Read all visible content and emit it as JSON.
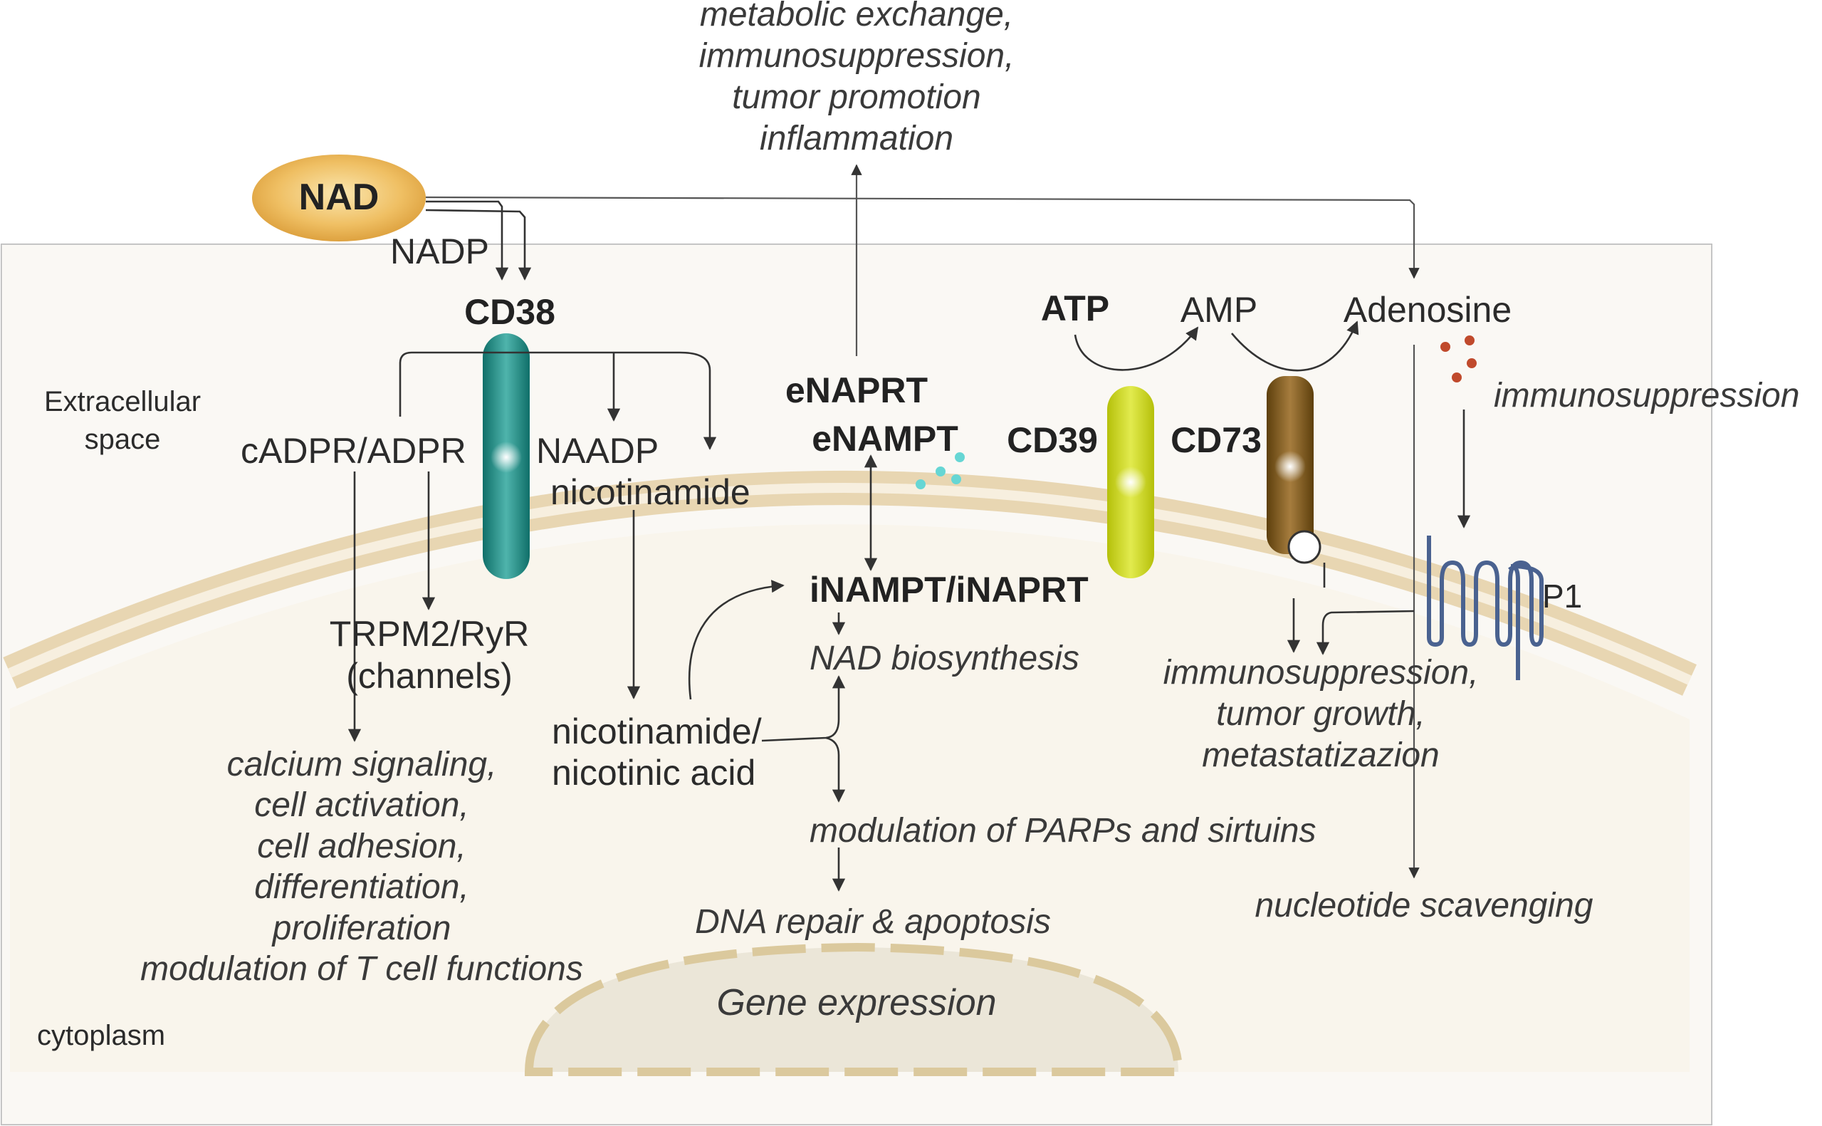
{
  "labels": {
    "nad": "NAD",
    "nadp": "NADP",
    "cd38": "CD38",
    "extracellular_line1": "Extracellular",
    "extracellular_line2": "space",
    "cadpr": "cADPR/ADPR",
    "naadp": "NAADP",
    "nicotinamide": "nicotinamide",
    "trpm2": "TRPM2/RyR",
    "channels": "(channels)",
    "nicotinamide_acid_line1": "nicotinamide/",
    "nicotinamide_acid_line2": "nicotinic acid",
    "enaprt": "eNAPRT",
    "enampt": "eNAMPT",
    "inampt": "iNAMPT/iNAPRT",
    "atp": "ATP",
    "amp": "AMP",
    "adenosine": "Adenosine",
    "cd39": "CD39",
    "cd73": "CD73",
    "p1": "P1",
    "cytoplasm": "cytoplasm"
  },
  "outcomes": {
    "top": [
      "metabolic exchange,",
      "immunosuppression,",
      "tumor promotion",
      "inflammation"
    ],
    "calcium": [
      "calcium signaling,",
      "cell activation,",
      "cell adhesion,",
      "differentiation,",
      "proliferation",
      "modulation of T cell functions"
    ],
    "nad_biosynthesis": "NAD biosynthesis",
    "parps": "modulation of PARPs and sirtuins",
    "dna_repair": "DNA repair & apoptosis",
    "gene_expression": "Gene expression",
    "immuno_right": "immunosuppression",
    "tumor": [
      "immunosuppression,",
      "tumor growth,",
      "metastatizazion"
    ],
    "scavenging": "nucleotide scavenging"
  },
  "colors": {
    "nad_ellipse": "#e9b252",
    "cd38": "#1a8b83",
    "cd39": "#c5d10f",
    "cd73": "#7a5414",
    "p1": "#4a6290",
    "enampt_dots": "#66d6d4",
    "adenosine_dots": "#c04a2c",
    "membrane": "#ebdcc0",
    "cytoplasm": "#f8f5ed",
    "extracellular": "#f6f3ea"
  }
}
